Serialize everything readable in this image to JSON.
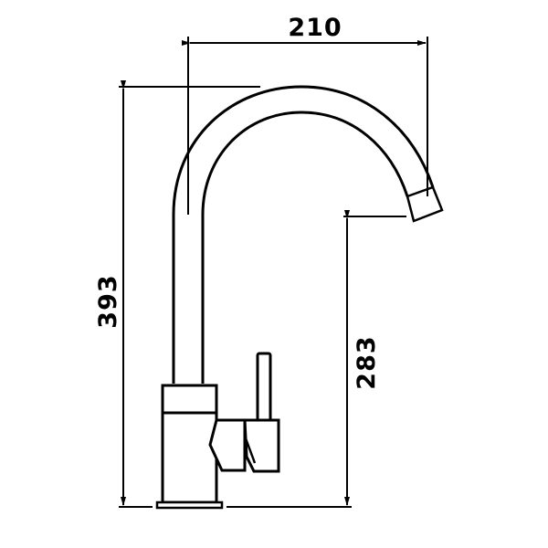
{
  "drawing": {
    "subject": "Kitchen faucet (gooseneck spout) technical dimension drawing",
    "stroke_color": "#000000",
    "background_color": "#ffffff"
  },
  "dimensions": {
    "spout_reach": {
      "label": "210",
      "orientation": "horizontal"
    },
    "total_height": {
      "label": "393",
      "orientation": "vertical"
    },
    "spout_clearance": {
      "label": "283",
      "orientation": "vertical"
    }
  }
}
